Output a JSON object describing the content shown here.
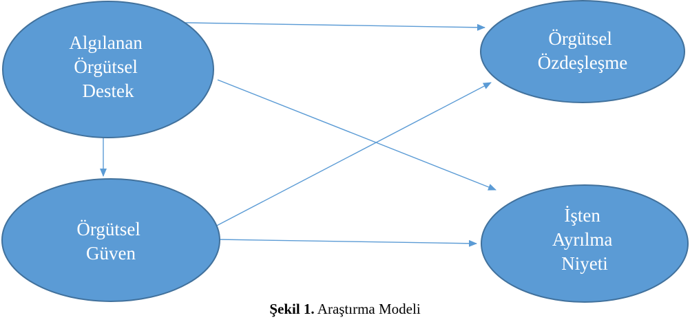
{
  "colors": {
    "node_fill": "#5b9bd5",
    "node_stroke": "#41719c",
    "node_text": "#ffffff",
    "edge": "#5b9bd5",
    "caption_text": "#000000"
  },
  "nodes": {
    "algilanan_orgutsel_destek": {
      "lines": [
        "Algılanan",
        "Örgütsel",
        "Destek"
      ]
    },
    "orgutsel_guven": {
      "lines": [
        "Örgütsel",
        "Güven"
      ]
    },
    "orgutsel_ozdeslesme": {
      "lines": [
        "Örgütsel",
        "Özdeşleşme"
      ]
    },
    "isten_ayrilma_niyeti": {
      "lines": [
        "İşten",
        "Ayrılma",
        "Niyeti"
      ]
    }
  },
  "edges": [
    {
      "from": "algilanan_orgutsel_destek",
      "to": "orgutsel_ozdeslesme"
    },
    {
      "from": "algilanan_orgutsel_destek",
      "to": "isten_ayrilma_niyeti"
    },
    {
      "from": "algilanan_orgutsel_destek",
      "to": "orgutsel_guven"
    },
    {
      "from": "orgutsel_guven",
      "to": "orgutsel_ozdeslesme"
    },
    {
      "from": "orgutsel_guven",
      "to": "isten_ayrilma_niyeti"
    }
  ],
  "caption": {
    "label": "Şekil 1.",
    "text": " Araştırma Modeli"
  }
}
